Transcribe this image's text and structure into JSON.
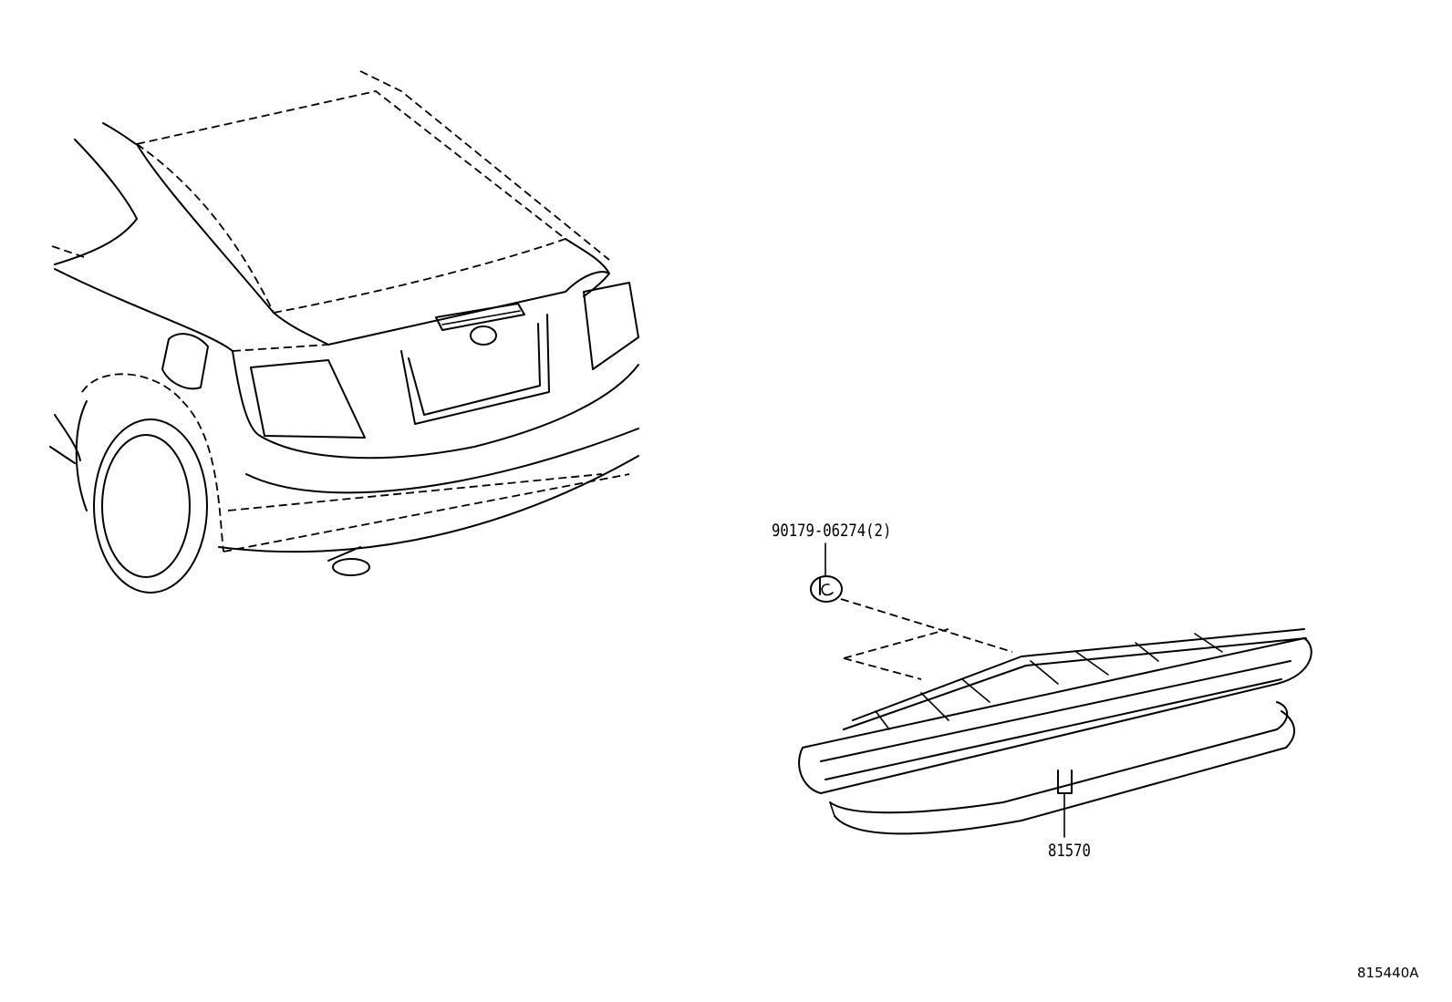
{
  "callouts": {
    "nut_part": "90179-06274(2)",
    "lamp_part": "81570"
  },
  "figure_ref": "815440A",
  "icons": {
    "nut": "clip-nut-icon"
  }
}
